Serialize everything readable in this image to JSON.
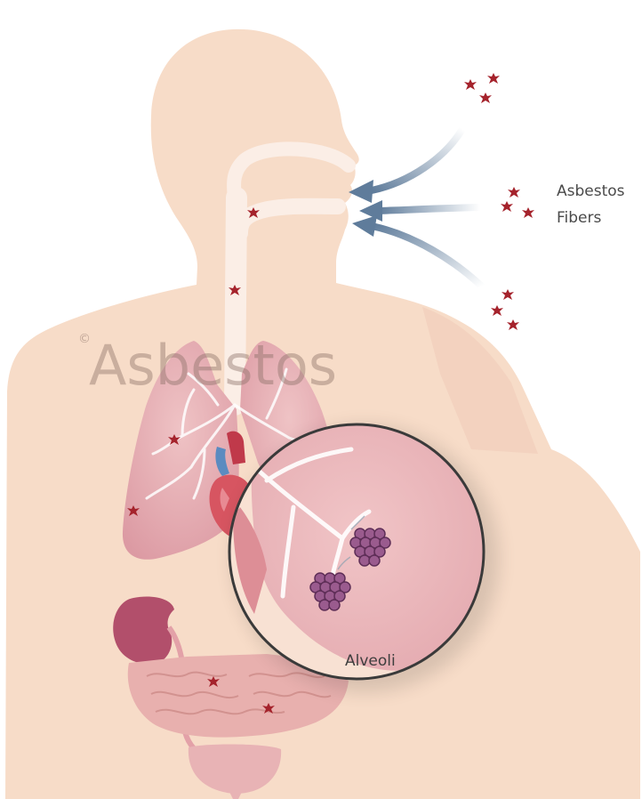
{
  "watermark": "Asbestos",
  "watermark_symbol": "©",
  "labels": {
    "asbestos_line1": "Asbestos",
    "asbestos_line2": "Fibers",
    "alveoli": "Alveoli"
  },
  "colors": {
    "skin": "#f7dcc8",
    "lung": "#e8aeb4",
    "fiber": "#a5232c",
    "arrow": "#5f7c9b",
    "circle_stroke": "#3a3a3a"
  }
}
